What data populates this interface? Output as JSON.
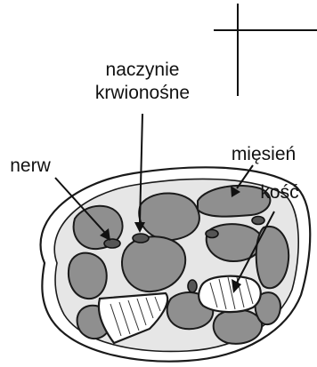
{
  "labels": {
    "vessel_line1": "naczynie",
    "vessel_line2": "krwionośne",
    "nerve": "nerw",
    "muscle": "mięsień",
    "bone": "kość"
  },
  "colors": {
    "skin": "#ffffff",
    "subcutaneous": "#e6e6e6",
    "muscle": "#8f8f8f",
    "vessel": "#555555",
    "bone": "#ffffff",
    "ink": "#111111"
  }
}
